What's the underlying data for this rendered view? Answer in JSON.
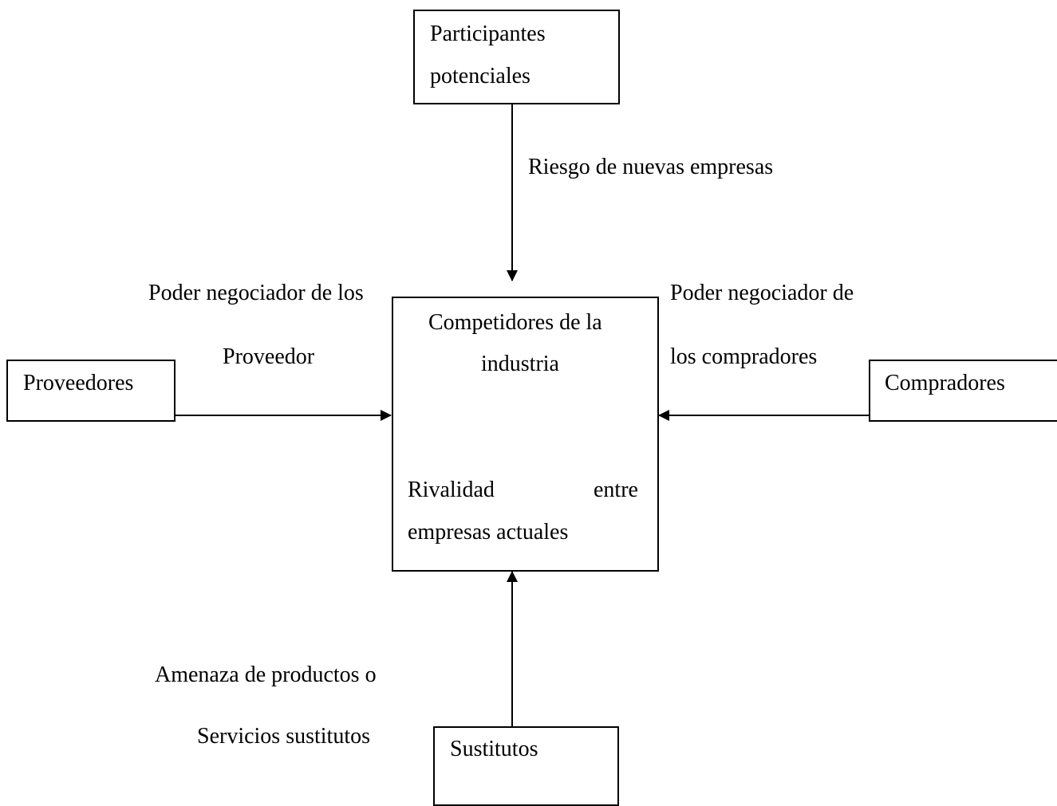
{
  "nodes": {
    "participantes": {
      "line1": "Participantes",
      "line2": "potenciales"
    },
    "competidores": {
      "line1": "Competidores de la",
      "line2": "industria"
    },
    "rivalidad": {
      "word1": "Rivalidad",
      "word2": "entre",
      "line2": "empresas actuales"
    },
    "proveedores": {
      "label": "Proveedores"
    },
    "compradores": {
      "label": "Compradores"
    },
    "sustitutos": {
      "label": "Sustitutos"
    }
  },
  "edges": {
    "riesgo": {
      "label": "Riesgo de nuevas empresas"
    },
    "proveedor": {
      "line1": "Poder negociador de los",
      "line2": "Proveedor"
    },
    "compradores": {
      "line1": "Poder negociador de",
      "line2": "los compradores"
    },
    "sustitutos": {
      "line1": "Amenaza de productos o",
      "line2": "Servicios sustitutos"
    }
  },
  "colors": {
    "line": "#000000",
    "arrow_dark": "#2a6a80",
    "arrow_light": "#3a8fa8"
  },
  "icons": {
    "rivalry": "curved-u-arrow-icon"
  }
}
